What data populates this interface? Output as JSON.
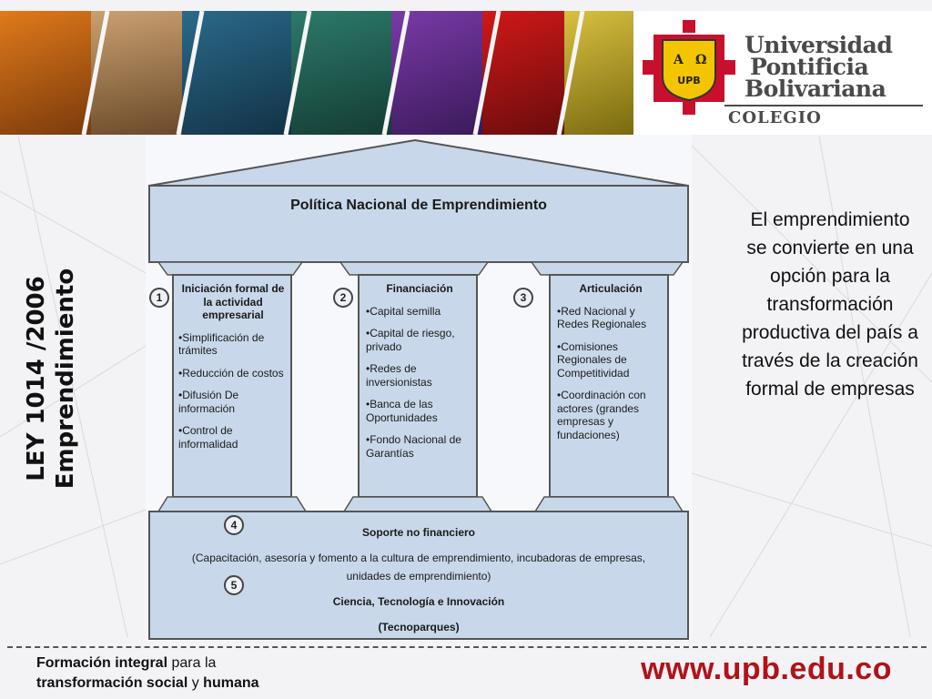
{
  "header": {
    "logo": {
      "name_lines": [
        "Universidad",
        "Pontificia",
        "Bolivariana"
      ],
      "sub": "COLEGIO",
      "crest_letters": [
        "A",
        "Ω",
        "UPB"
      ]
    },
    "colors": {
      "brand_red": "#c8102e",
      "crest_yellow": "#f2c500",
      "logo_text": "#4a4a4a"
    }
  },
  "title": {
    "line1": "LEY 1014 /2006",
    "line2": "Emprendimiento"
  },
  "diagram": {
    "roof": "Política Nacional de Emprendimiento",
    "pillars": [
      {
        "number": "1",
        "heading": "Iniciación formal de la actividad empresarial",
        "items": [
          "•Simplificación de trámites",
          "•Reducción de costos",
          "•Difusión De información",
          "•Control de informalidad"
        ]
      },
      {
        "number": "2",
        "heading": "Financiación",
        "items": [
          "•Capital semilla",
          "•Capital de riesgo, privado",
          "•Redes de inversionistas",
          "•Banca de las Oportunidades",
          "•Fondo Nacional de Garantías"
        ]
      },
      {
        "number": "3",
        "heading": "Articulación",
        "items": [
          "•Red Nacional y Redes Regionales",
          "•Comisiones Regionales de Competitividad",
          "•Coordinación con actores (grandes empresas y fundaciones)"
        ]
      }
    ],
    "base": {
      "n4": "4",
      "title": "Soporte no financiero",
      "desc1": "(Capacitación, asesoría y fomento a la cultura de emprendimiento, incubadoras de empresas,",
      "desc2": "unidades de emprendimiento)",
      "n5": "5",
      "line2": "Ciencia, Tecnología e Innovación",
      "line3": "(Tecnoparques)"
    }
  },
  "side_text": "El emprendimiento se convierte en una opción para la transformación productiva del país a través de la creación formal de empresas",
  "footer": {
    "slogan_bold1": "Formación integral",
    "slogan_rest1": " para la",
    "slogan_bold2": "transformación social",
    "slogan_mid2": " y ",
    "slogan_bold3": "humana",
    "url": "www.upb.edu.co"
  }
}
